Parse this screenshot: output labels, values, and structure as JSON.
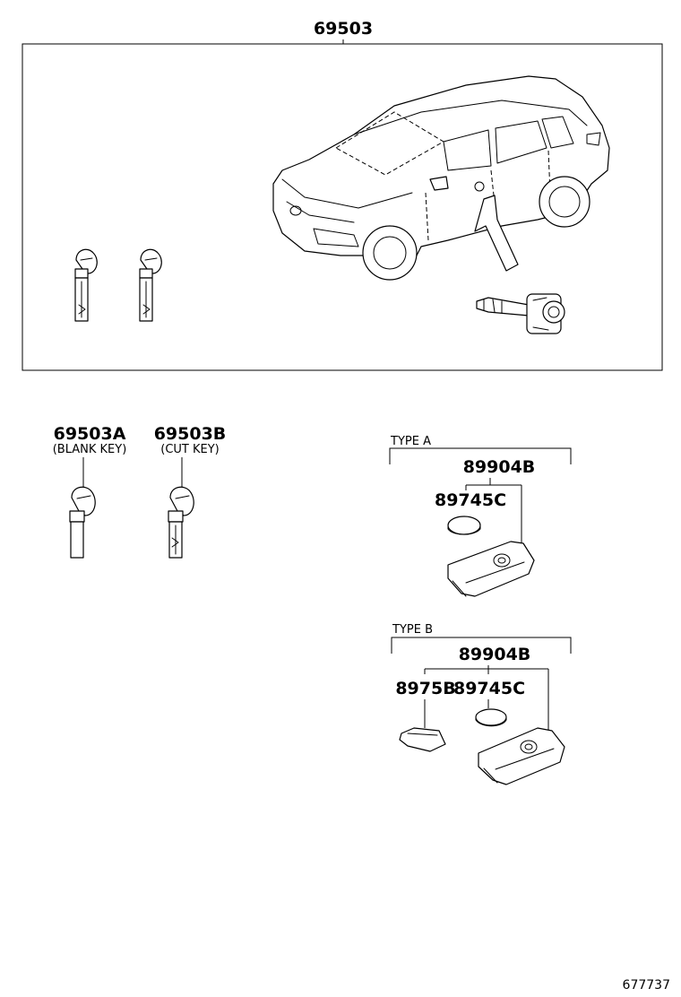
{
  "labels": {
    "assembly_main": "69503",
    "blank_key_part": "69503A",
    "blank_key_desc": "(BLANK KEY)",
    "cut_key_part": "69503B",
    "cut_key_desc": "(CUT KEY)",
    "type_a": {
      "title": "TYPE  A",
      "transmitter": "89904B",
      "battery": "89745C"
    },
    "type_b": {
      "title": "TYPE  B",
      "transmitter": "89904B",
      "cover": "8975B",
      "battery": "89745C"
    },
    "figure_ref": "677737"
  },
  "icons": [
    "car-illustration",
    "door-lock-cylinder",
    "key",
    "key-fob",
    "coin-battery",
    "battery-cover"
  ]
}
